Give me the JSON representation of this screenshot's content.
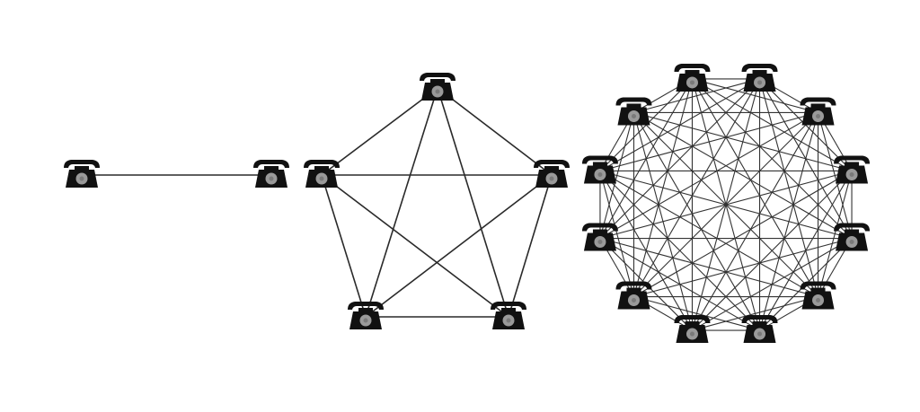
{
  "diagram": {
    "type": "complete-graph-network-effect",
    "node_icon": "telephone-icon",
    "colors": {
      "edge": "#2a2a2a",
      "phone": "#111111",
      "dial": "#9a9a9a",
      "background": "#ffffff"
    },
    "networks": [
      {
        "name": "network-2-phones",
        "phones": 2,
        "connections": 1
      },
      {
        "name": "network-5-phones",
        "phones": 5,
        "connections": 10
      },
      {
        "name": "network-12-phones",
        "phones": 12,
        "connections": 66
      }
    ]
  }
}
